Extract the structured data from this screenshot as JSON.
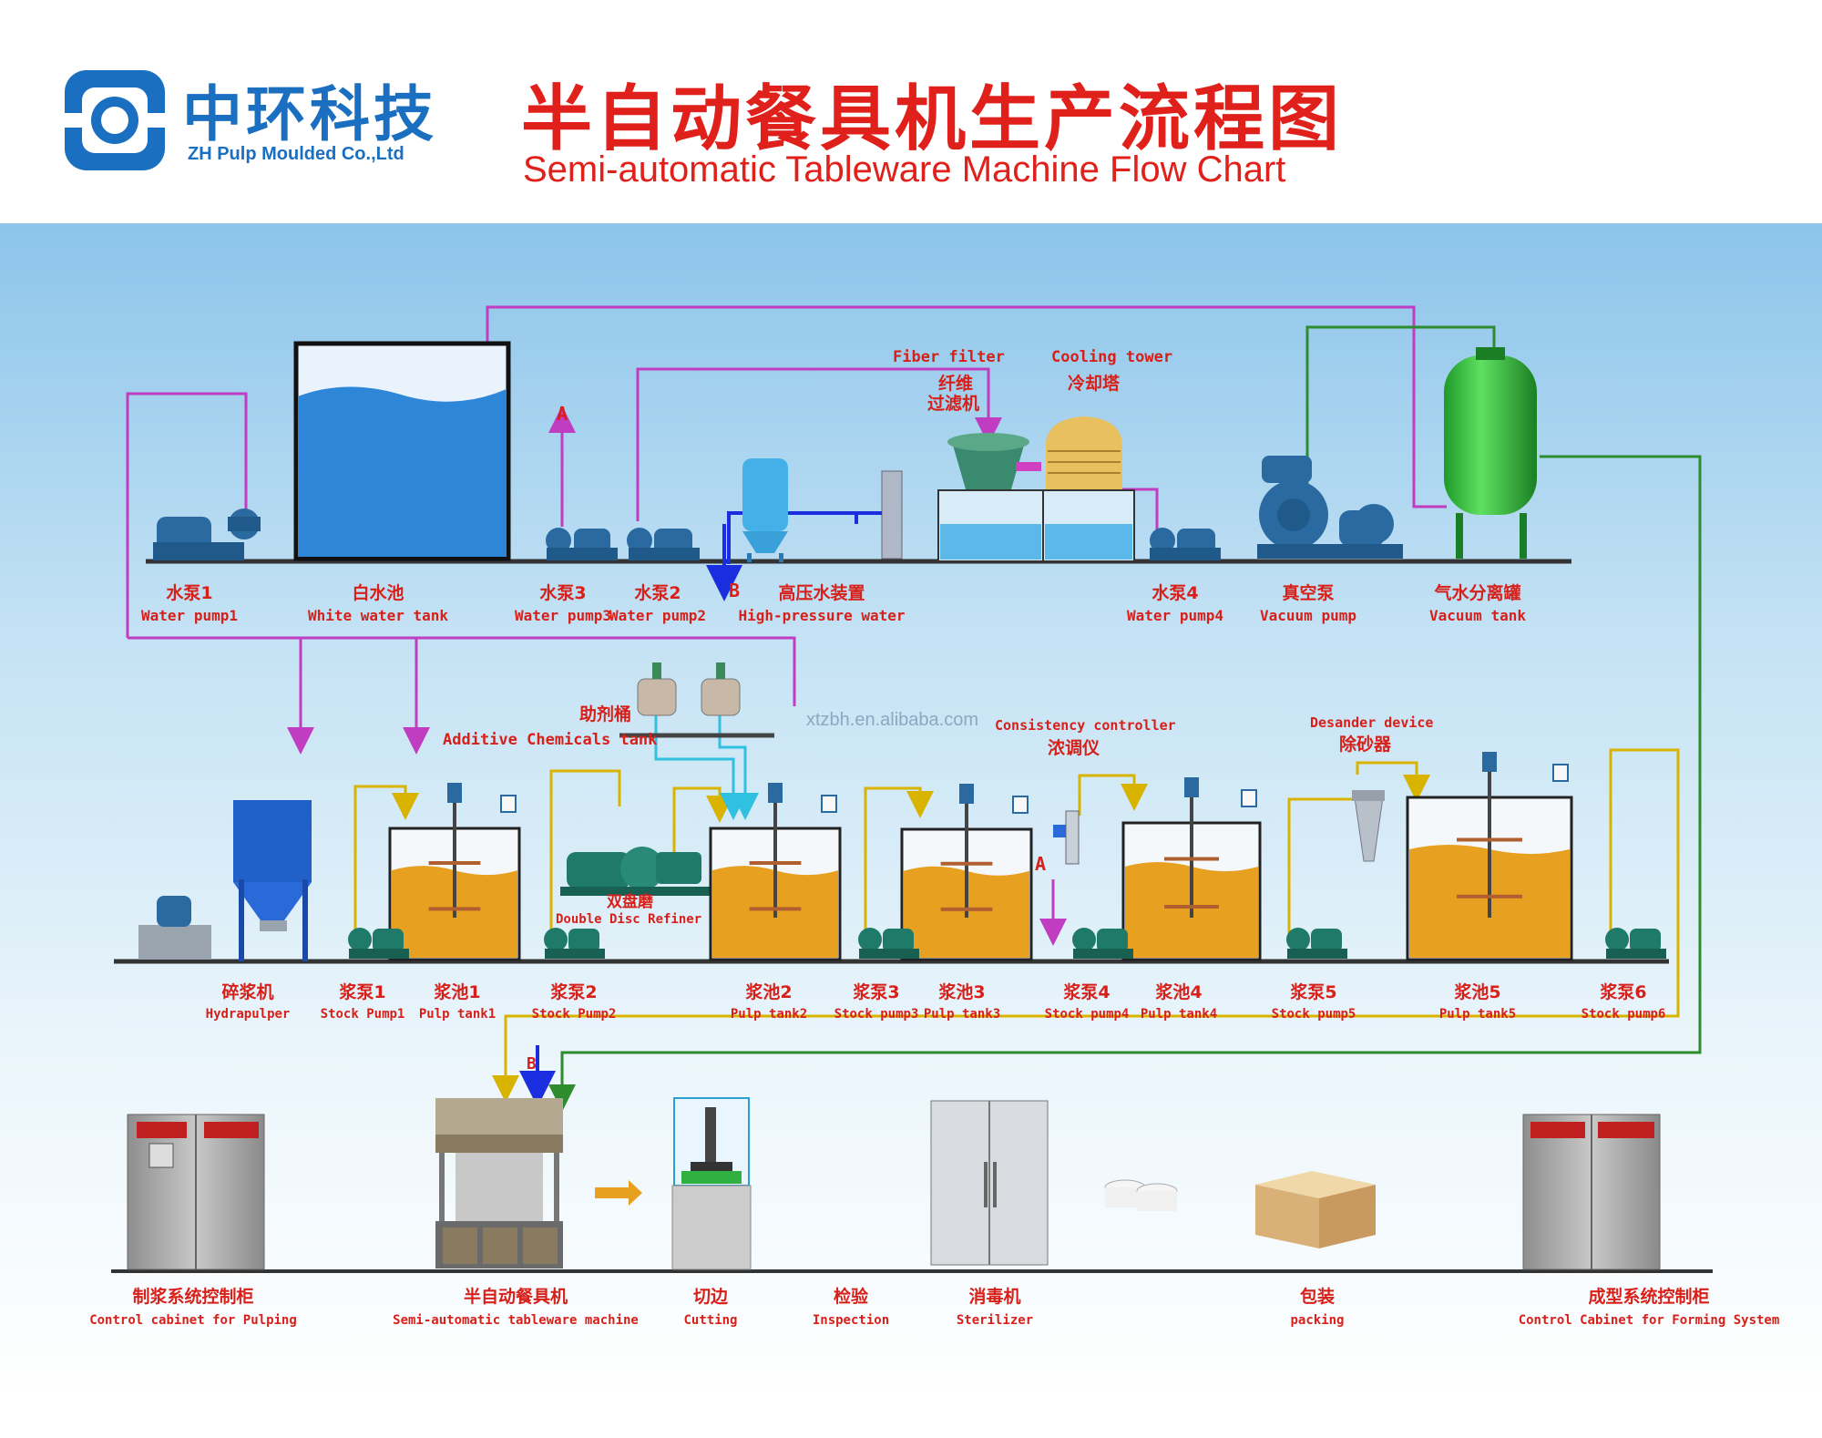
{
  "header": {
    "company_cn": "中环科技",
    "company_en": "ZH Pulp Moulded Co.,Ltd",
    "title_cn": "半自动餐具机生产流程图",
    "title_en": "Semi-automatic Tableware Machine Flow Chart"
  },
  "watermark": "xtzbh.en.alibaba.com",
  "colors": {
    "brand_blue": "#1a6fc0",
    "title_red": "#e0201b",
    "label_red": "#d8201a",
    "magenta_line": "#c03cc0",
    "green_line": "#2e8b2e",
    "yellow_line": "#d8b400",
    "cyan_line": "#30c0e0",
    "blue_line": "#1a2ee0",
    "water": "#2d86d8",
    "pulp": "#e8a020"
  },
  "row1": [
    {
      "cn": "水泵1",
      "en": "Water pump1"
    },
    {
      "cn": "白水池",
      "en": "White water tank"
    },
    {
      "cn": "水泵3",
      "en": "Water pump3"
    },
    {
      "cn": "水泵2",
      "en": "Water pump2"
    },
    {
      "cn": "高压水装置",
      "en": "High-pressure water"
    },
    {
      "cn": "水泵4",
      "en": "Water pump4"
    },
    {
      "cn": "真空泵",
      "en": "Vacuum pump"
    },
    {
      "cn": "气水分离罐",
      "en": "Vacuum tank"
    }
  ],
  "top_devices": {
    "fiber_filter_en": "Fiber filter",
    "fiber_filter_cn1": "纤维",
    "fiber_filter_cn2": "过滤机",
    "cooling_tower_en": "Cooling tower",
    "cooling_tower_cn": "冷却塔"
  },
  "markers": {
    "a": "A",
    "b": "B"
  },
  "mid_devices": {
    "additive_cn": "助剂桶",
    "additive_en": "Additive Chemicals tank",
    "consistency_en": "Consistency controller",
    "consistency_cn": "浓调仪",
    "desander_en": "Desander device",
    "desander_cn": "除砂器",
    "refiner_cn": "双盘磨",
    "refiner_en": "Double Disc Refiner"
  },
  "row2": [
    {
      "cn": "碎浆机",
      "en": "Hydrapulper"
    },
    {
      "cn": "浆泵1",
      "en": "Stock Pump1"
    },
    {
      "cn": "浆池1",
      "en": "Pulp  tank1"
    },
    {
      "cn": "浆泵2",
      "en": "Stock Pump2"
    },
    {
      "cn": "浆池2",
      "en": "Pulp tank2"
    },
    {
      "cn": "浆泵3",
      "en": "Stock pump3"
    },
    {
      "cn": "浆池3",
      "en": "Pulp tank3"
    },
    {
      "cn": "浆泵4",
      "en": "Stock pump4"
    },
    {
      "cn": "浆池4",
      "en": "Pulp tank4"
    },
    {
      "cn": "浆泵5",
      "en": "Stock pump5"
    },
    {
      "cn": "浆池5",
      "en": "Pulp tank5"
    },
    {
      "cn": "浆泵6",
      "en": "Stock pump6"
    }
  ],
  "row3": [
    {
      "cn": "制浆系统控制柜",
      "en": "Control cabinet for Pulping"
    },
    {
      "cn": "半自动餐具机",
      "en": "Semi-automatic tableware machine"
    },
    {
      "cn": "切边",
      "en": "Cutting"
    },
    {
      "cn": "检验",
      "en": "Inspection"
    },
    {
      "cn": "消毒机",
      "en": "Sterilizer"
    },
    {
      "cn": "包装",
      "en": "packing"
    },
    {
      "cn": "成型系统控制柜",
      "en": "Control Cabinet for Forming System"
    }
  ]
}
